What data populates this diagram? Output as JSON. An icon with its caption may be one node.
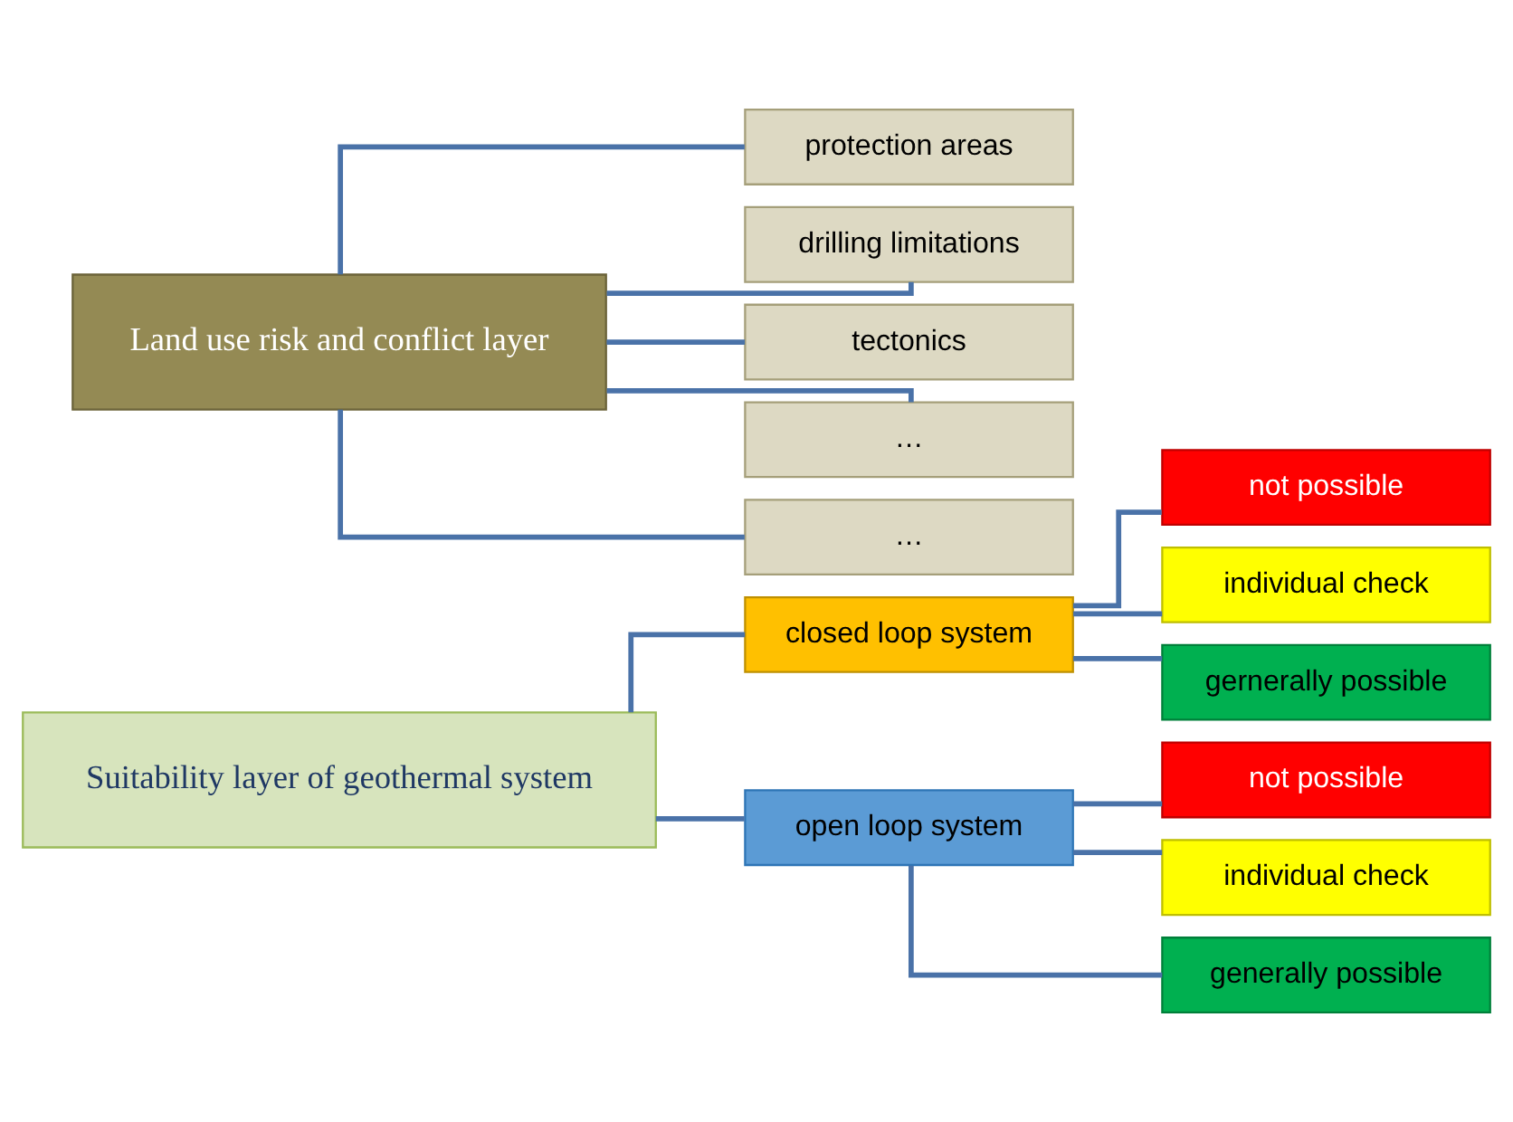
{
  "diagram": {
    "nodes": [
      {
        "text": [
          "Suitability layer of geothermal system"
        ]
      },
      {
        "text": [
          "closed loop system"
        ]
      },
      {
        "text": [
          "open loop system"
        ]
      },
      {
        "text": [
          "not possible"
        ]
      },
      {
        "text": [
          "individual check"
        ]
      },
      {
        "text": [
          "gernerally possible"
        ]
      },
      {
        "text": [
          "not possible"
        ]
      },
      {
        "text": [
          "individual check"
        ]
      },
      {
        "text": [
          "generally possible"
        ]
      },
      {
        "text": [
          "Land use risk and conflict layer"
        ]
      },
      {
        "text": [
          "protection areas"
        ]
      },
      {
        "text": [
          "drilling limitations"
        ]
      },
      {
        "text": [
          "tectonics"
        ]
      },
      {
        "text": [
          "…"
        ]
      },
      {
        "text": [
          "…"
        ]
      }
    ],
    "edges": [
      {
        "from": 0,
        "to": 1,
        "arrow": "none"
      },
      {
        "from": 0,
        "to": 2,
        "arrow": "none"
      },
      {
        "from": 1,
        "to": 3,
        "arrow": "none"
      },
      {
        "from": 1,
        "to": 4,
        "arrow": "none"
      },
      {
        "from": 1,
        "to": 5,
        "arrow": "none"
      },
      {
        "from": 2,
        "to": 6,
        "arrow": "none"
      },
      {
        "from": 2,
        "to": 7,
        "arrow": "none"
      },
      {
        "from": 2,
        "to": 8,
        "arrow": "none"
      },
      {
        "from": 9,
        "to": 10,
        "arrow": "none"
      },
      {
        "from": 9,
        "to": 11,
        "arrow": "none"
      },
      {
        "from": 9,
        "to": 12,
        "arrow": "none"
      },
      {
        "from": 9,
        "to": 13,
        "arrow": "none"
      },
      {
        "from": 9,
        "to": 14,
        "arrow": "none"
      }
    ]
  }
}
